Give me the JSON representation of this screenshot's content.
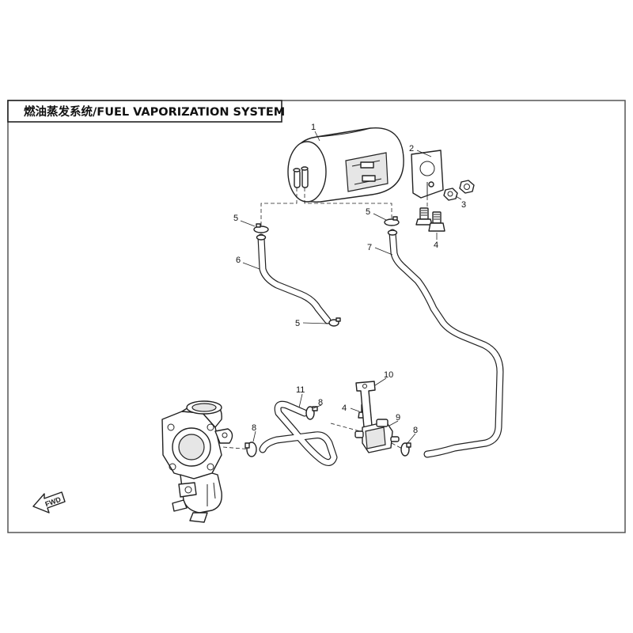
{
  "title": "燃油蒸发系统/FUEL VAPORIZATION SYSTEM",
  "direction_label": "FWD",
  "callouts": {
    "c1": "1",
    "c2": "2",
    "c3": "3",
    "c4a": "4",
    "c4b": "4",
    "c5a": "5",
    "c5b": "5",
    "c5c": "5",
    "c6": "6",
    "c7": "7",
    "c8a": "8",
    "c8b": "8",
    "c8c": "8",
    "c9": "9",
    "c10": "10",
    "c11": "11"
  }
}
